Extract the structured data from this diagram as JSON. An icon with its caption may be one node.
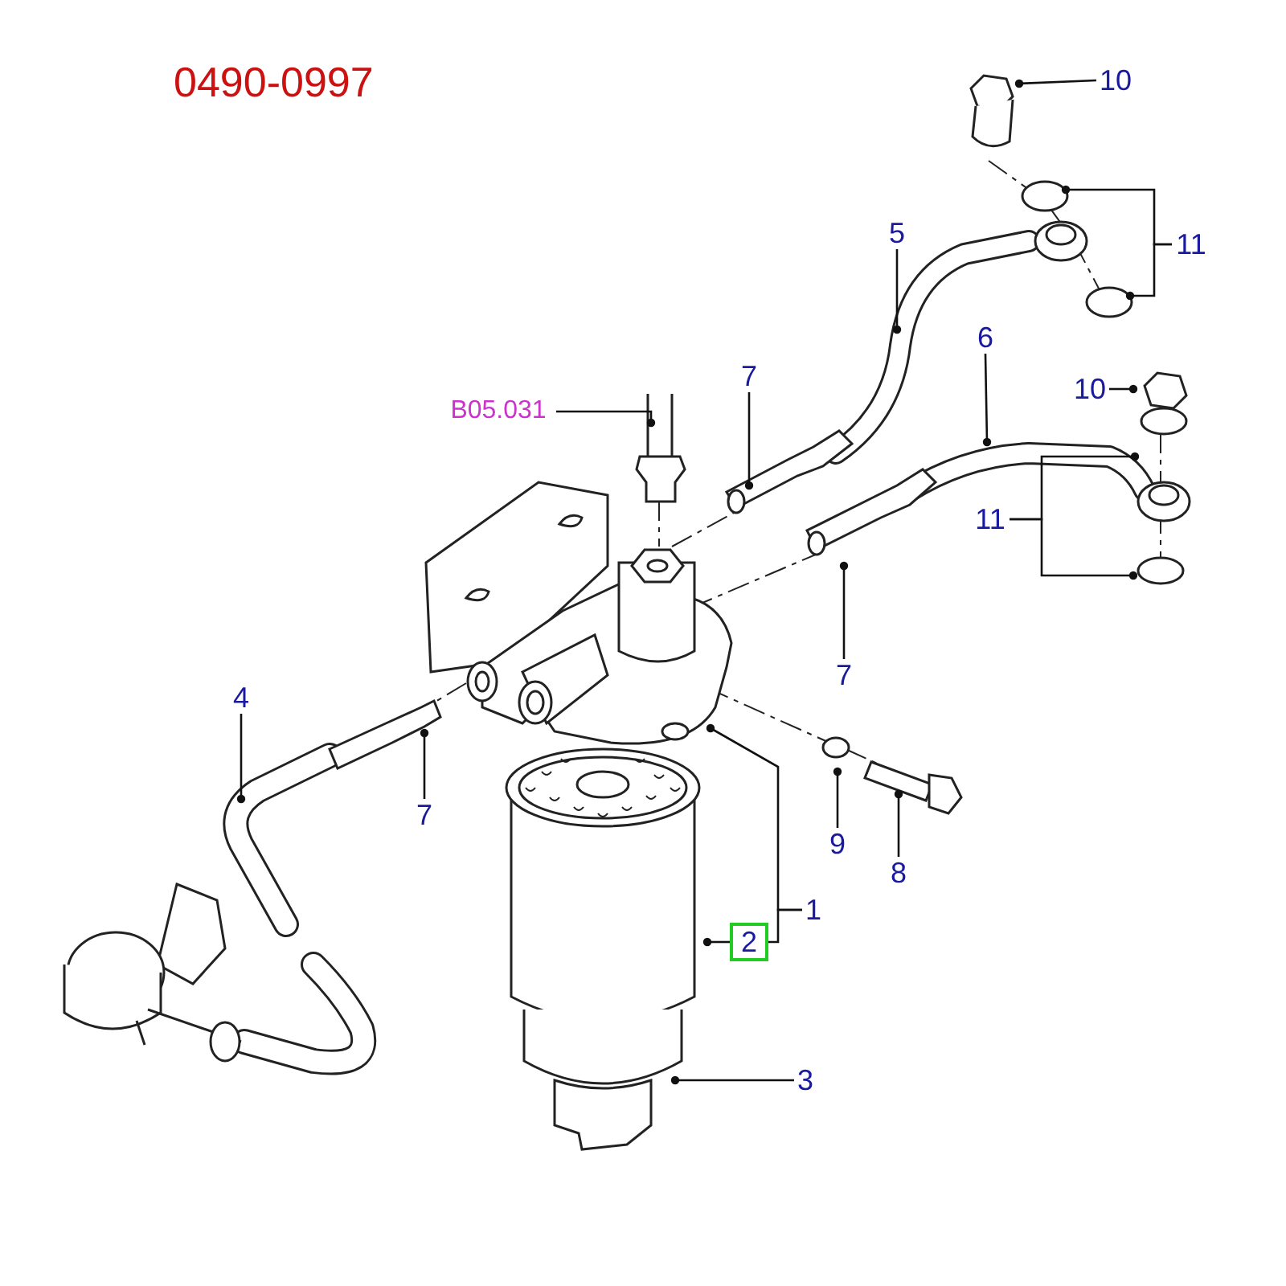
{
  "diagram": {
    "title": "0490-0997",
    "nodes": [
      {
        "text": [
          "10"
        ]
      },
      {
        "text": [
          "11"
        ]
      },
      {
        "text": [
          "5"
        ]
      },
      {
        "text": [
          "7"
        ]
      },
      {
        "text": [
          "6"
        ]
      },
      {
        "text": [
          "10"
        ]
      },
      {
        "text": [
          "B05.031"
        ]
      },
      {
        "text": [
          "11"
        ]
      },
      {
        "text": [
          "7"
        ]
      },
      {
        "text": [
          "4"
        ]
      },
      {
        "text": [
          "7"
        ]
      },
      {
        "text": [
          "9"
        ]
      },
      {
        "text": [
          "8"
        ]
      },
      {
        "text": [
          "1"
        ]
      },
      {
        "text": [
          "2"
        ]
      },
      {
        "text": [
          "3"
        ]
      }
    ],
    "edges": [
      {
        "from": 0,
        "to": null,
        "arrow": "other"
      },
      {
        "from": 1,
        "to": null,
        "arrow": "other"
      },
      {
        "from": 1,
        "to": null,
        "arrow": "other"
      },
      {
        "from": 2,
        "to": null,
        "arrow": "other"
      },
      {
        "from": 3,
        "to": null,
        "arrow": "other"
      },
      {
        "from": 4,
        "to": null,
        "arrow": "other"
      },
      {
        "from": 5,
        "to": null,
        "arrow": "other"
      },
      {
        "from": 6,
        "to": null,
        "arrow": "other"
      },
      {
        "from": 7,
        "to": null,
        "arrow": "other"
      },
      {
        "from": 7,
        "to": null,
        "arrow": "other"
      },
      {
        "from": 8,
        "to": null,
        "arrow": "other"
      },
      {
        "from": 9,
        "to": null,
        "arrow": "other"
      },
      {
        "from": 10,
        "to": null,
        "arrow": "other"
      },
      {
        "from": 11,
        "to": null,
        "arrow": "other"
      },
      {
        "from": 12,
        "to": null,
        "arrow": "other"
      },
      {
        "from": 13,
        "to": null,
        "arrow": "other"
      },
      {
        "from": 13,
        "to": 14,
        "arrow": "none"
      },
      {
        "from": 14,
        "to": null,
        "arrow": "other"
      },
      {
        "from": 15,
        "to": null,
        "arrow": "other"
      }
    ]
  }
}
